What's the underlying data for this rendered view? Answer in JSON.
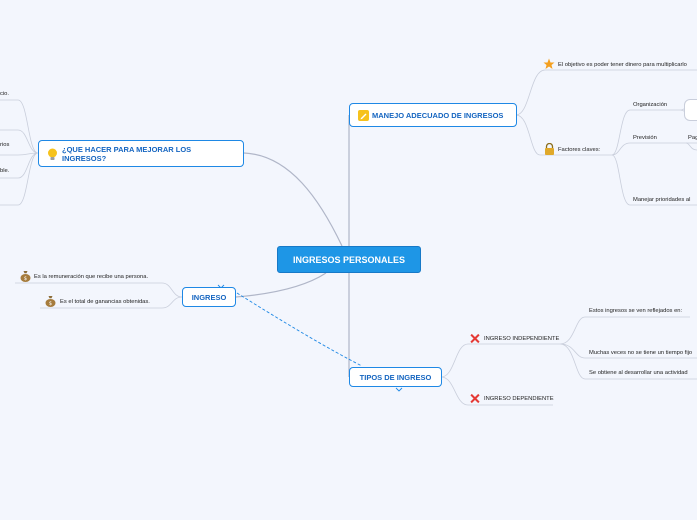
{
  "central": {
    "label": "INGRESOS PERSONALES"
  },
  "branches": {
    "manejo": {
      "label": "MANEJO ADECUADO DE INGRESOS",
      "objetivo": "El objetivo es poder tener dinero para multiplicarlo",
      "factores": "Factores claves:",
      "organizacion": "Organización",
      "prevision": "Previsión",
      "prevision_child": "Pag",
      "prioridades": "Manejar prioridades al"
    },
    "mejorar": {
      "label": "¿QUE HACER PARA MEJORAR LOS INGRESOS?",
      "left_items": [
        "cio.",
        "rios",
        "ble."
      ]
    },
    "ingreso": {
      "label": "INGRESO",
      "def1": "Es la remuneración que recibe una persona.",
      "def2": "Es el total de ganancias obtenidas."
    },
    "tipos": {
      "label": "TIPOS DE INGRESO",
      "independiente": "INGRESO INDEPENDIENTE",
      "dependiente": "INGRESO DEPENDIENTE",
      "indep_items": [
        "Estos ingresos se ven reflejados en:",
        "Muchas veces no se tiene un tiempo fijo",
        "Se obtiene al desarrollar una actividad"
      ]
    }
  },
  "colors": {
    "accent": "#1e88e5",
    "central_bg": "#1e96e6",
    "connector": "#b0b6c8",
    "relationship": "#1e88e5"
  }
}
